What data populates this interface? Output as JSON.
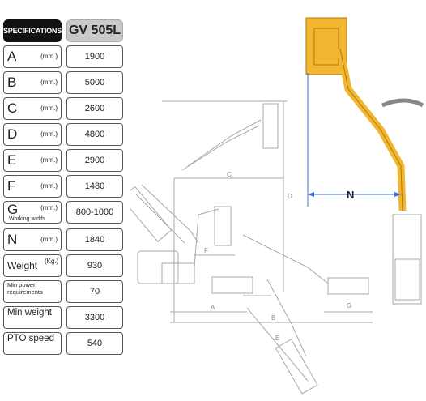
{
  "header": {
    "spec_label": "SPECIFICATIONS",
    "model": "GV 505L"
  },
  "rows": [
    {
      "letter": "A",
      "unit": "(mm.)",
      "value": "1900"
    },
    {
      "letter": "B",
      "unit": "(mm.)",
      "value": "5000"
    },
    {
      "letter": "C",
      "unit": "(mm.)",
      "value": "2600"
    },
    {
      "letter": "D",
      "unit": "(mm.)",
      "value": "4800"
    },
    {
      "letter": "E",
      "unit": "(mm.)",
      "value": "2900"
    },
    {
      "letter": "F",
      "unit": "(mm.)",
      "value": "1480"
    },
    {
      "letter": "G",
      "unit": "(mm.)",
      "sub": "Working width",
      "value": "800-1000"
    },
    {
      "letter": "N",
      "unit": "(mm.)",
      "value": "1840"
    },
    {
      "word": "Weight",
      "unit": "(Kg.)",
      "value": "930"
    },
    {
      "small": "Min power requirements",
      "value": "70"
    },
    {
      "two": "Min weight",
      "value": "3300"
    },
    {
      "two": "PTO speed",
      "value": "540"
    }
  ],
  "diagram": {
    "labels": [
      "A",
      "B",
      "C",
      "D",
      "E",
      "F",
      "G",
      "N"
    ],
    "colors": {
      "accent": "#f2b630",
      "line": "#9a9a9a",
      "dim": "#3a6fd8"
    }
  }
}
